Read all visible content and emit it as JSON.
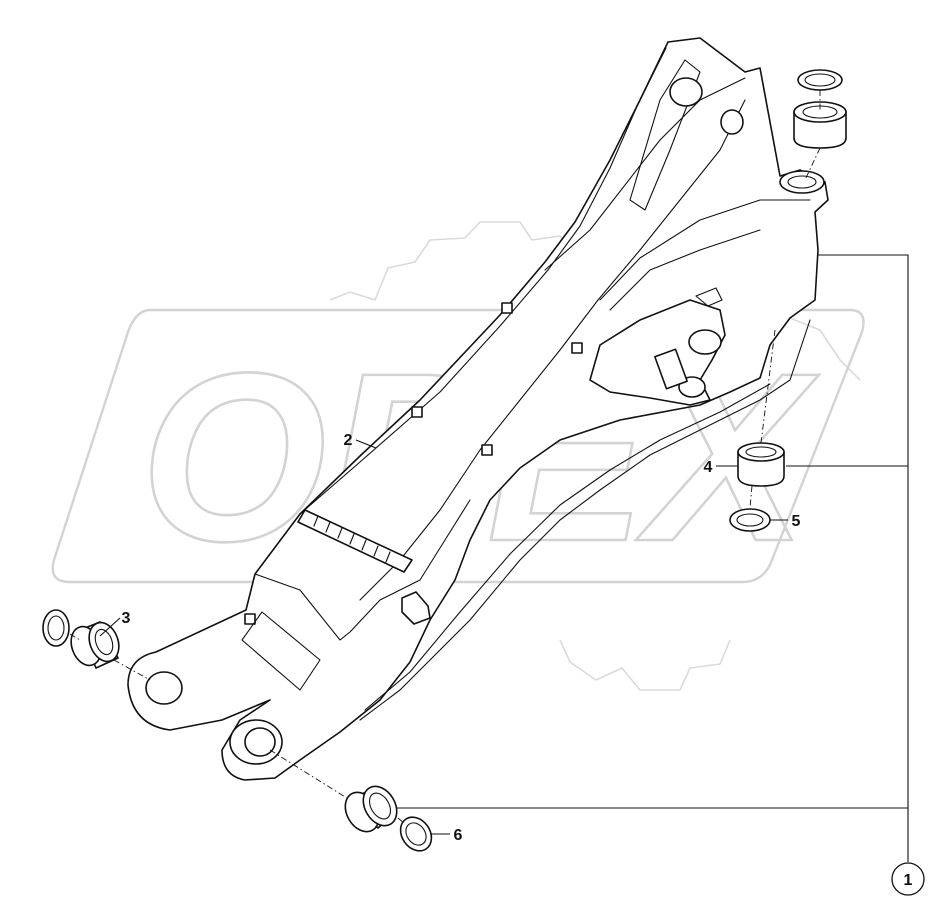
{
  "watermark": {
    "text": "OPEX"
  },
  "callouts": [
    {
      "id": "1",
      "label": "1"
    },
    {
      "id": "2",
      "label": "2"
    },
    {
      "id": "3",
      "label": "3"
    },
    {
      "id": "4",
      "label": "4"
    },
    {
      "id": "5",
      "label": "5"
    },
    {
      "id": "6",
      "label": "6"
    }
  ],
  "colors": {
    "line": "#111111",
    "watermark": "#d3d3d3",
    "background": "#ffffff"
  }
}
